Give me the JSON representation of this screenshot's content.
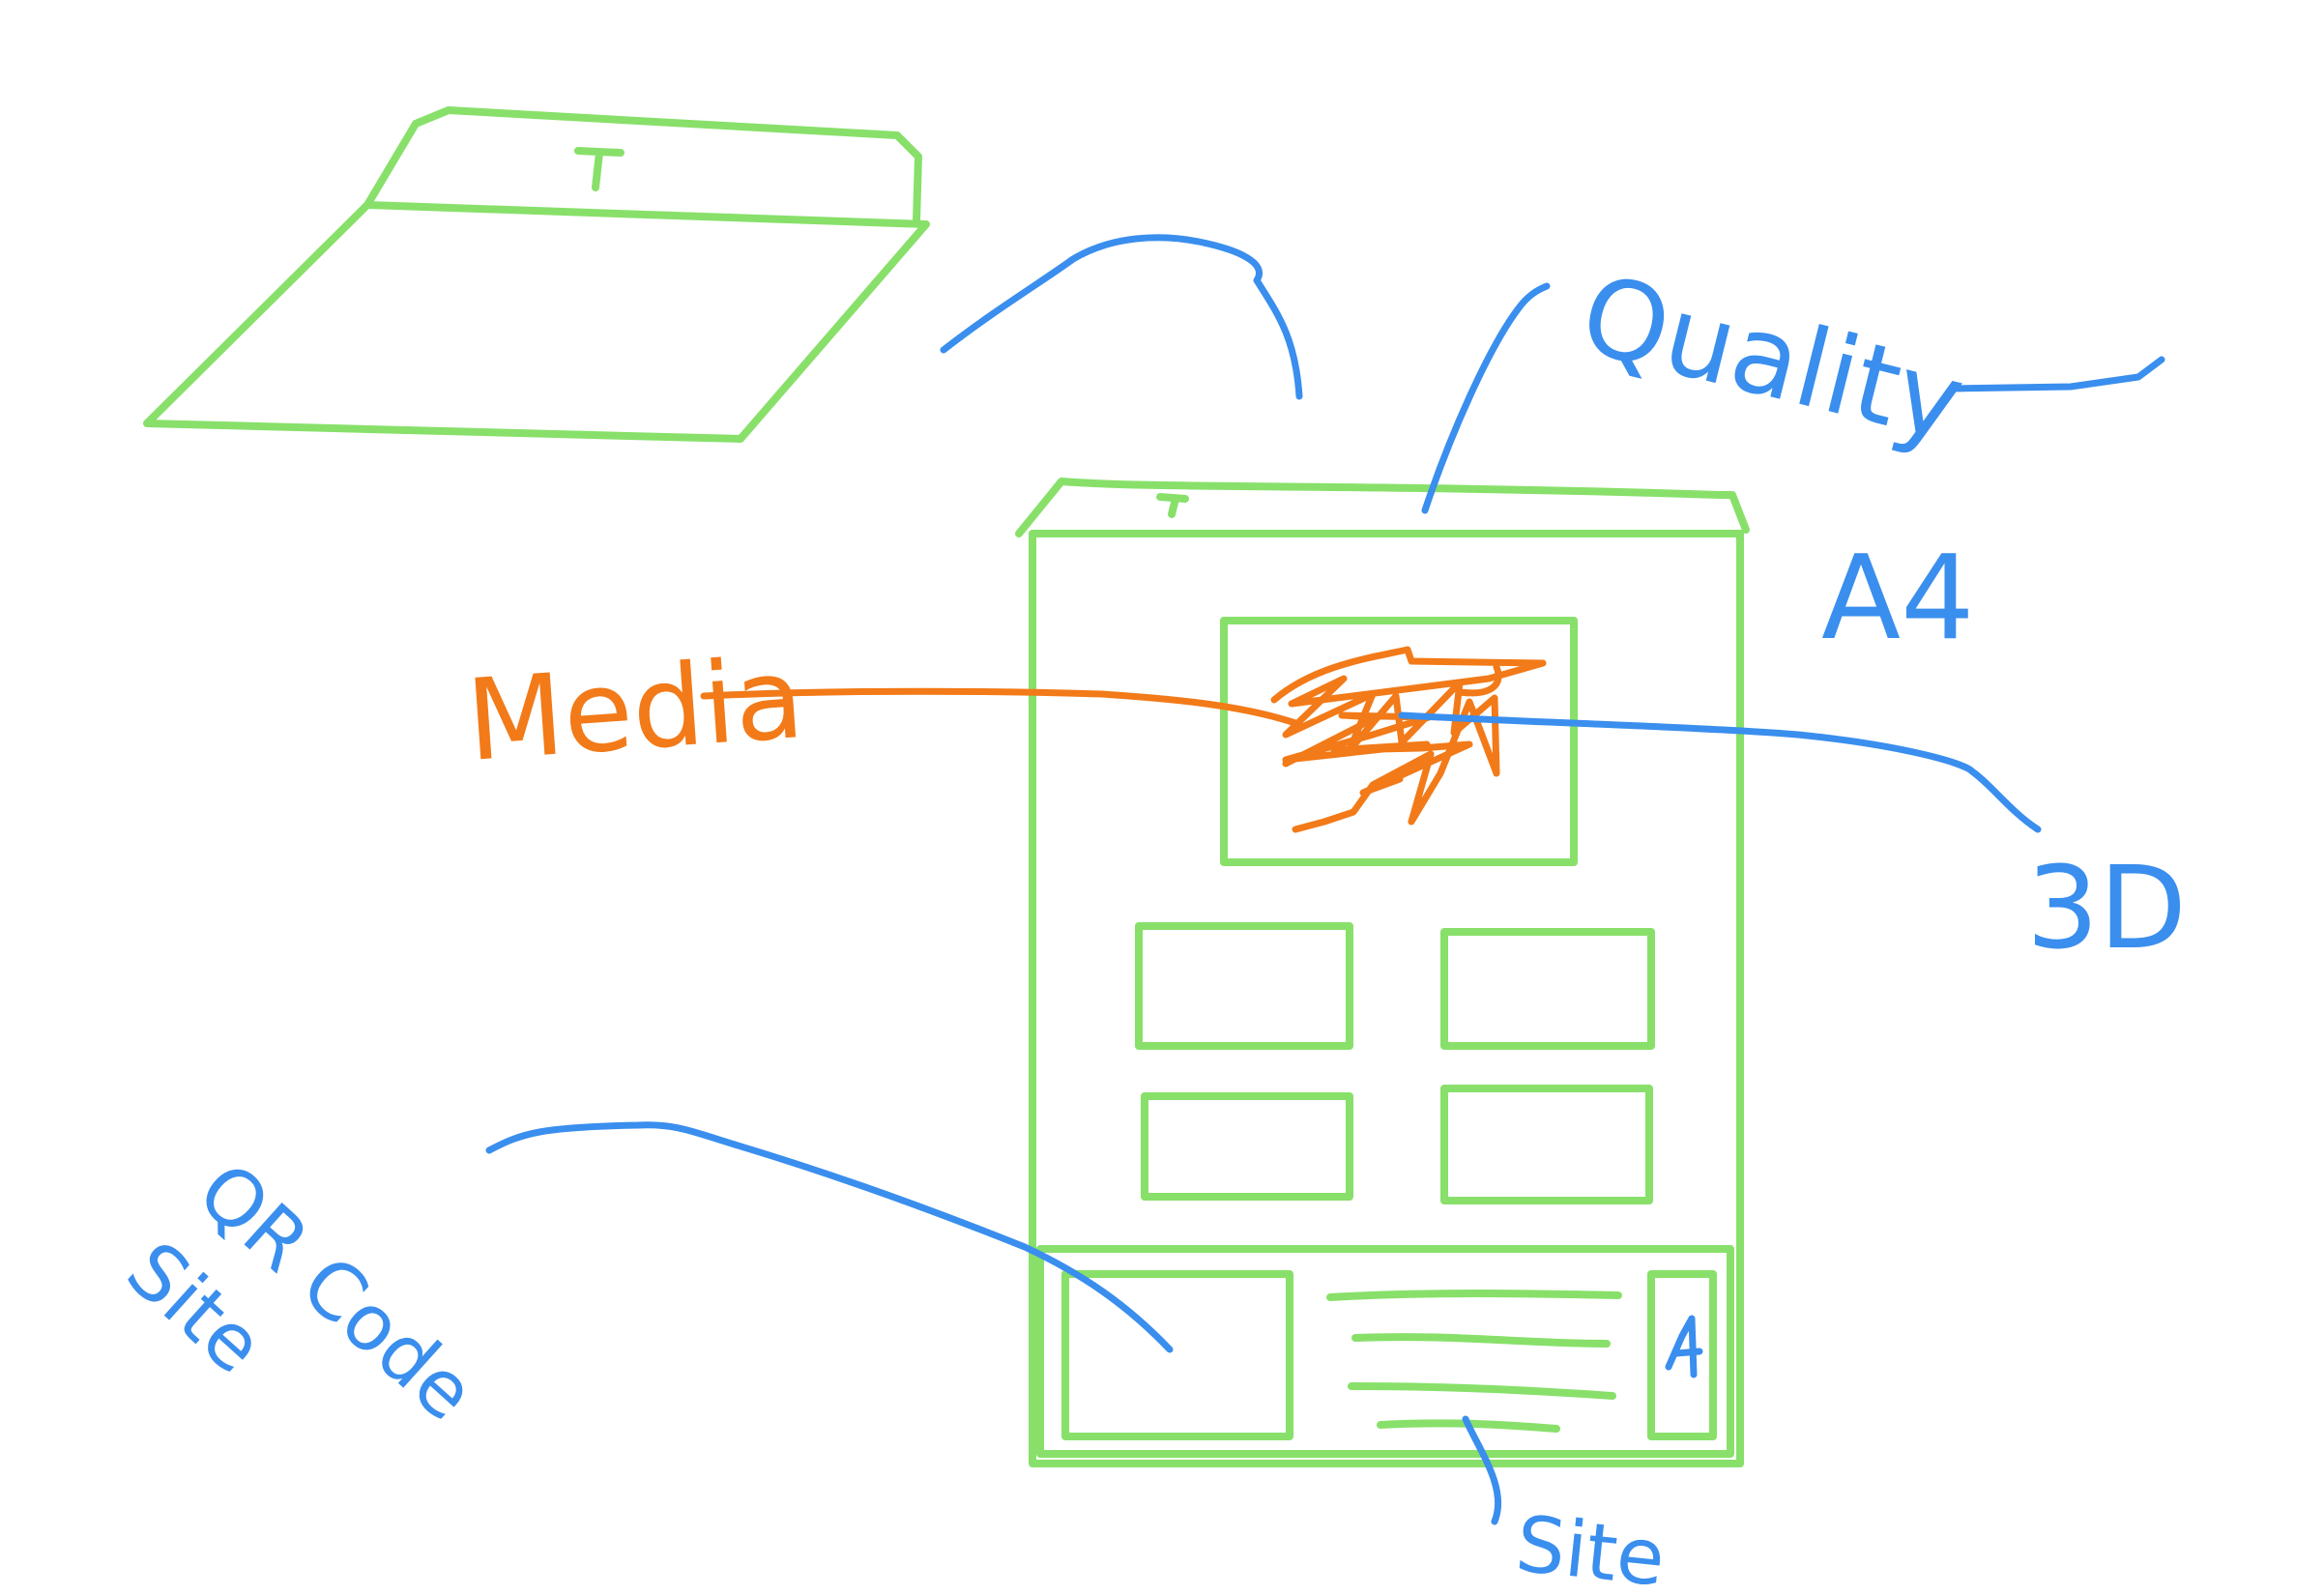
{
  "labels": {
    "quality": "Quality",
    "a4": "A4",
    "media": "Media",
    "three_d": "3D",
    "qr_code_site": "QR Code Site",
    "site": "Site"
  },
  "colors": {
    "sketch_green": "#88e06a",
    "annotation_blue": "#3a8eee",
    "media_orange": "#f27a18"
  },
  "icons": {
    "media_placeholder": "scribble-icon",
    "qr_placeholder": "qr-code-icon"
  }
}
